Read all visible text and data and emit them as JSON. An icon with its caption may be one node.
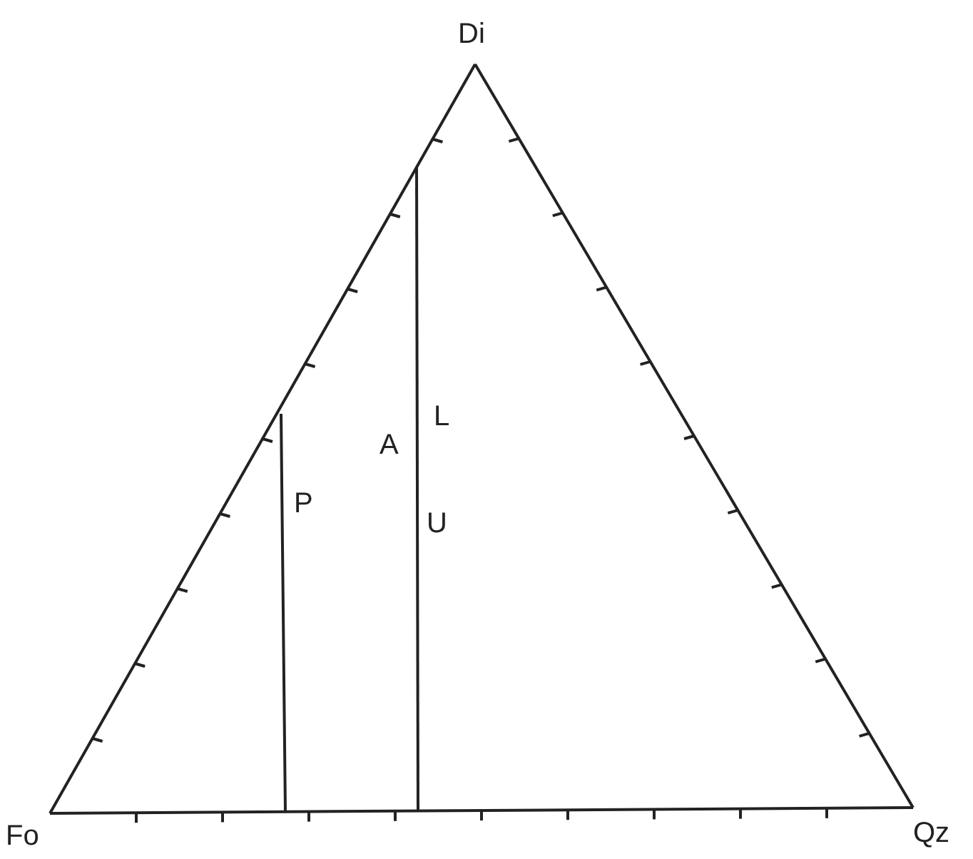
{
  "diagram": {
    "labels": [
      "Di",
      "L",
      "A",
      "P",
      "U",
      "Fo",
      "Qz"
    ]
  }
}
